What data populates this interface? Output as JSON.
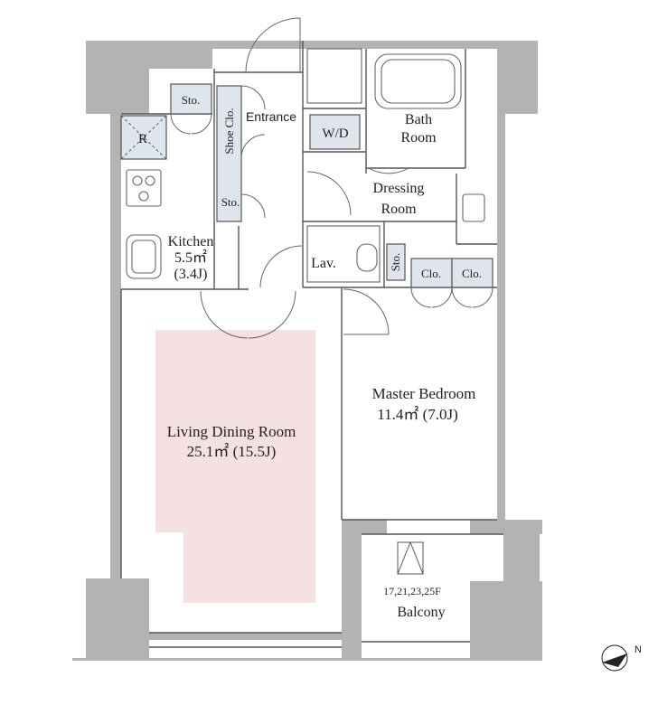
{
  "rooms": {
    "storage_top": "Sto.",
    "refrigerator": "R",
    "shoe_closet": "Shoe Clo.",
    "entrance": "Entrance",
    "storage_mid": "Sto.",
    "washer_dryer": "W/D",
    "bath_line1": "Bath",
    "bath_line2": "Room",
    "dressing_line1": "Dressing",
    "dressing_line2": "Room",
    "kitchen_name": "Kitchen",
    "kitchen_area": "5.5㎡",
    "kitchen_jo": "(3.4J)",
    "lavatory": "Lav.",
    "storage_small": "Sto.",
    "closet_1": "Clo.",
    "closet_2": "Clo.",
    "living_name": "Living Dining Room",
    "living_size": "25.1㎡  (15.5J)",
    "master_name": "Master Bedroom",
    "master_size": "11.4㎡  (7.0J)",
    "floors": "17,21,23,25F",
    "balcony": "Balcony"
  },
  "compass": {
    "label": "N",
    "icon": "north-arrow-icon"
  },
  "colors": {
    "wall": "#b3b3b3",
    "living_highlight": "#f5e1e1",
    "storage_fill": "#dfe5ed",
    "line": "#444444"
  }
}
